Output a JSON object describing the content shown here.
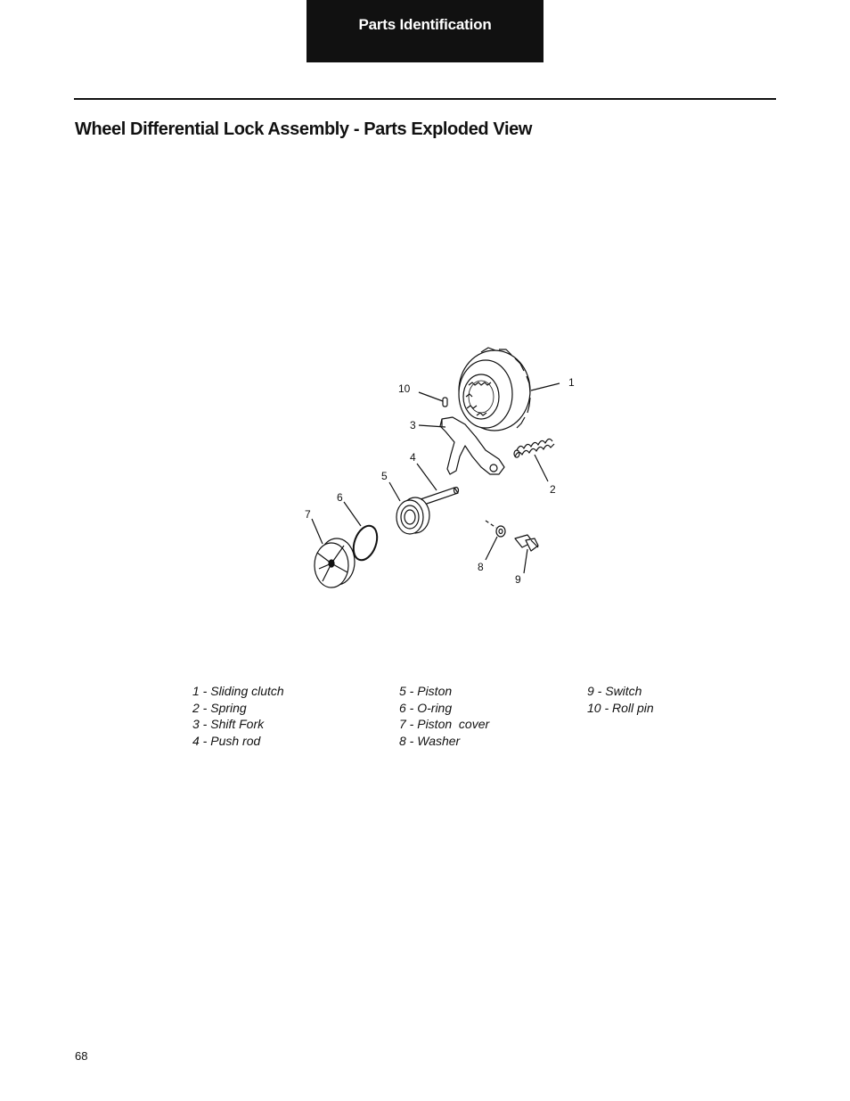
{
  "header": {
    "section_tab": "Parts Identification"
  },
  "page": {
    "title": "Wheel Differential Lock Assembly - Parts Exploded View",
    "number": "68"
  },
  "diagram": {
    "callouts": [
      "1",
      "2",
      "3",
      "4",
      "5",
      "6",
      "7",
      "8",
      "9",
      "10"
    ]
  },
  "legend": {
    "column1": [
      "1 - Sliding clutch",
      "2 - Spring",
      "3 - Shift Fork",
      "4 - Push rod"
    ],
    "column2": [
      "5 - Piston",
      "6 - O-ring",
      "7 - Piston  cover",
      "8 - Washer"
    ],
    "column3": [
      "9 - Switch",
      "10 - Roll pin"
    ]
  }
}
